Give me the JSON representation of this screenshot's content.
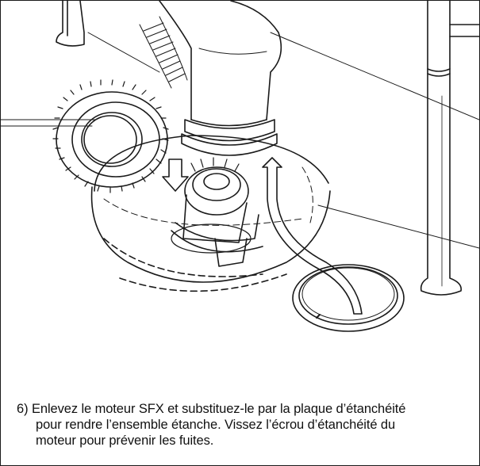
{
  "instruction": {
    "step": "6)",
    "line1": "Enlevez le moteur SFX et substituez-le par la plaque d’étanchéité",
    "line2": "pour rendre l’ensemble étanche. Vissez l’écrou d’étanchéité du",
    "line3": "moteur pour prévenir les fuites."
  },
  "colors": {
    "ink": "#1a1a1a",
    "paper": "#ffffff"
  }
}
